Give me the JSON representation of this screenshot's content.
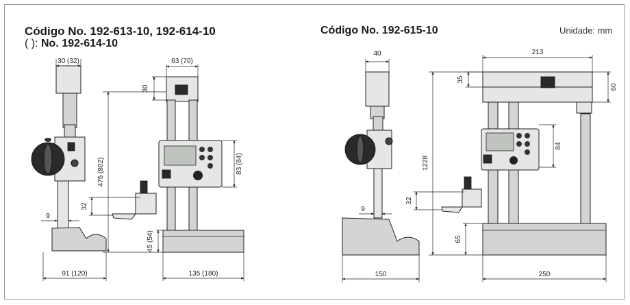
{
  "left_panel": {
    "title_line1": "Código No. 192-613-10, 192-614-10",
    "title_line2_prefix": "(   ): ",
    "title_line2_bold": "No. 192-614-10"
  },
  "right_panel": {
    "title": "Código No. 192-615-10",
    "unit_label": "Unidade: mm"
  },
  "dimensions_left": {
    "top_width": "30 (32)",
    "head_width": "63 (70)",
    "head_height": "30",
    "total_height": "475 (802)",
    "body_height": "83 (84)",
    "scriber_offset": "32",
    "tip": "9",
    "base_height": "45 (54)",
    "base_depth": "91 (120)",
    "base_width": "135 (180)"
  },
  "dimensions_right": {
    "top_width": "40",
    "head_width": "213",
    "head_left_height": "35",
    "head_right_height": "60",
    "total_height": "1228",
    "body_height": "84",
    "scriber_offset": "32",
    "tip": "9",
    "base_height": "65",
    "base_depth": "150",
    "base_width": "250"
  }
}
